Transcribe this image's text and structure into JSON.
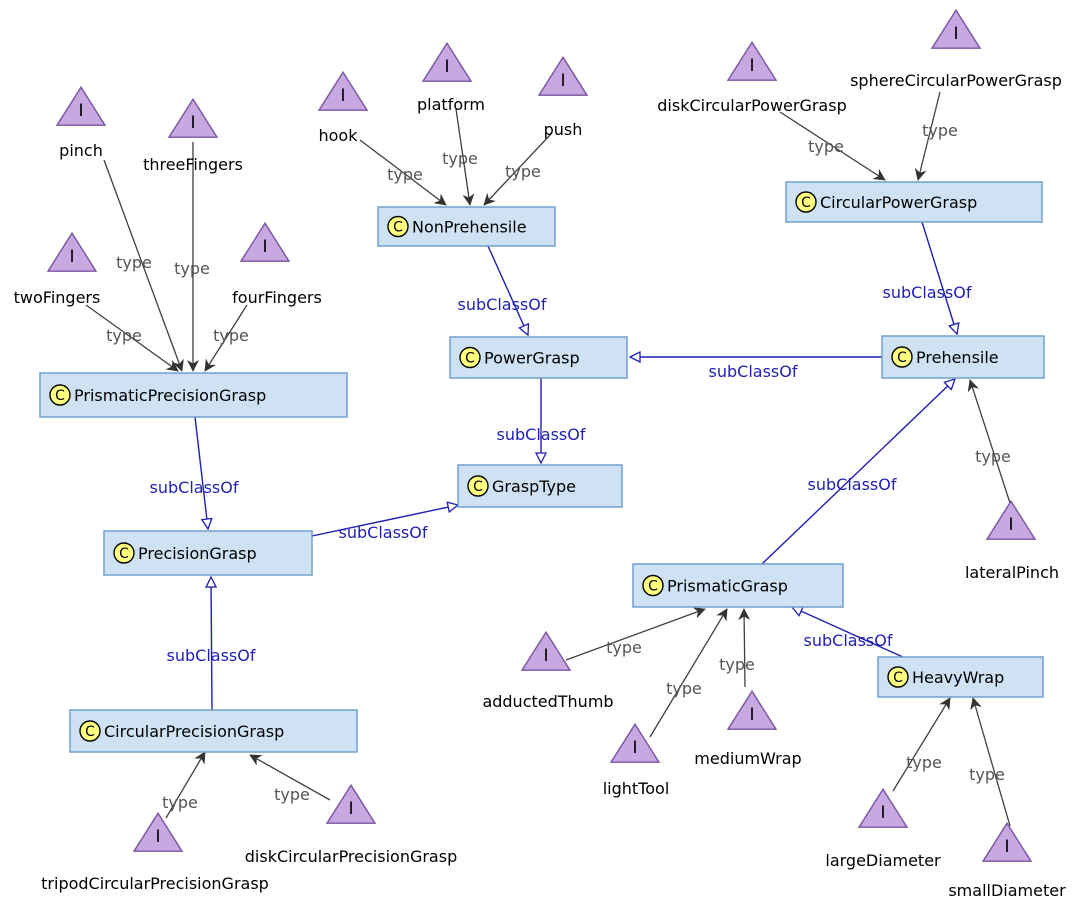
{
  "colors": {
    "class_fill": "#cfe2f3",
    "class_border": "#6fa0d0",
    "instance_fill": "#c8a8e0",
    "instance_border": "#7a55a0",
    "badge_fill": "#ffff80",
    "subclass_edge": "#1f1fb4",
    "type_edge": "#404040"
  },
  "icons": {
    "class_badge": "C",
    "instance_marker": "I"
  },
  "classes": [
    {
      "id": "NonPrehensile",
      "label": "NonPrehensile"
    },
    {
      "id": "CircularPowerGrasp",
      "label": "CircularPowerGrasp"
    },
    {
      "id": "PowerGrasp",
      "label": "PowerGrasp"
    },
    {
      "id": "Prehensile",
      "label": "Prehensile"
    },
    {
      "id": "PrismaticPrecisionGrasp",
      "label": "PrismaticPrecisionGrasp"
    },
    {
      "id": "GraspType",
      "label": "GraspType"
    },
    {
      "id": "PrecisionGrasp",
      "label": "PrecisionGrasp"
    },
    {
      "id": "PrismaticGrasp",
      "label": "PrismaticGrasp"
    },
    {
      "id": "HeavyWrap",
      "label": "HeavyWrap"
    },
    {
      "id": "CircularPrecisionGrasp",
      "label": "CircularPrecisionGrasp"
    }
  ],
  "instances": [
    {
      "id": "pinch",
      "label": "pinch"
    },
    {
      "id": "threeFingers",
      "label": "threeFingers"
    },
    {
      "id": "twoFingers",
      "label": "twoFingers"
    },
    {
      "id": "fourFingers",
      "label": "fourFingers"
    },
    {
      "id": "hook",
      "label": "hook"
    },
    {
      "id": "platform",
      "label": "platform"
    },
    {
      "id": "push",
      "label": "push"
    },
    {
      "id": "diskCircularPowerGrasp",
      "label": "diskCircularPowerGrasp"
    },
    {
      "id": "sphereCircularPowerGrasp",
      "label": "sphereCircularPowerGrasp"
    },
    {
      "id": "lateralPinch",
      "label": "lateralPinch"
    },
    {
      "id": "adductedThumb",
      "label": "adductedThumb"
    },
    {
      "id": "lightTool",
      "label": "lightTool"
    },
    {
      "id": "mediumWrap",
      "label": "mediumWrap"
    },
    {
      "id": "largeDiameter",
      "label": "largeDiameter"
    },
    {
      "id": "smallDiameter",
      "label": "smallDiameter"
    },
    {
      "id": "tripodCircularPrecisionGrasp",
      "label": "tripodCircularPrecisionGrasp"
    },
    {
      "id": "diskCircularPrecisionGrasp",
      "label": "diskCircularPrecisionGrasp"
    }
  ],
  "edges": [
    {
      "kind": "subClassOf",
      "label": "subClassOf",
      "from": "NonPrehensile",
      "to": "PowerGrasp"
    },
    {
      "kind": "subClassOf",
      "label": "subClassOf",
      "from": "CircularPowerGrasp",
      "to": "Prehensile"
    },
    {
      "kind": "subClassOf",
      "label": "subClassOf",
      "from": "Prehensile",
      "to": "PowerGrasp"
    },
    {
      "kind": "subClassOf",
      "label": "subClassOf",
      "from": "PowerGrasp",
      "to": "GraspType"
    },
    {
      "kind": "subClassOf",
      "label": "subClassOf",
      "from": "PrismaticPrecisionGrasp",
      "to": "PrecisionGrasp"
    },
    {
      "kind": "subClassOf",
      "label": "subClassOf",
      "from": "PrecisionGrasp",
      "to": "GraspType"
    },
    {
      "kind": "subClassOf",
      "label": "subClassOf",
      "from": "CircularPrecisionGrasp",
      "to": "PrecisionGrasp"
    },
    {
      "kind": "subClassOf",
      "label": "subClassOf",
      "from": "PrismaticGrasp",
      "to": "Prehensile"
    },
    {
      "kind": "subClassOf",
      "label": "subClassOf",
      "from": "HeavyWrap",
      "to": "PrismaticGrasp"
    },
    {
      "kind": "type",
      "label": "type",
      "from": "pinch",
      "to": "PrismaticPrecisionGrasp"
    },
    {
      "kind": "type",
      "label": "type",
      "from": "threeFingers",
      "to": "PrismaticPrecisionGrasp"
    },
    {
      "kind": "type",
      "label": "type",
      "from": "twoFingers",
      "to": "PrismaticPrecisionGrasp"
    },
    {
      "kind": "type",
      "label": "type",
      "from": "fourFingers",
      "to": "PrismaticPrecisionGrasp"
    },
    {
      "kind": "type",
      "label": "type",
      "from": "hook",
      "to": "NonPrehensile"
    },
    {
      "kind": "type",
      "label": "type",
      "from": "platform",
      "to": "NonPrehensile"
    },
    {
      "kind": "type",
      "label": "type",
      "from": "push",
      "to": "NonPrehensile"
    },
    {
      "kind": "type",
      "label": "type",
      "from": "diskCircularPowerGrasp",
      "to": "CircularPowerGrasp"
    },
    {
      "kind": "type",
      "label": "type",
      "from": "sphereCircularPowerGrasp",
      "to": "CircularPowerGrasp"
    },
    {
      "kind": "type",
      "label": "type",
      "from": "lateralPinch",
      "to": "Prehensile"
    },
    {
      "kind": "type",
      "label": "type",
      "from": "adductedThumb",
      "to": "PrismaticGrasp"
    },
    {
      "kind": "type",
      "label": "type",
      "from": "lightTool",
      "to": "PrismaticGrasp"
    },
    {
      "kind": "type",
      "label": "type",
      "from": "mediumWrap",
      "to": "PrismaticGrasp"
    },
    {
      "kind": "type",
      "label": "type",
      "from": "largeDiameter",
      "to": "HeavyWrap"
    },
    {
      "kind": "type",
      "label": "type",
      "from": "smallDiameter",
      "to": "HeavyWrap"
    },
    {
      "kind": "type",
      "label": "type",
      "from": "tripodCircularPrecisionGrasp",
      "to": "CircularPrecisionGrasp"
    },
    {
      "kind": "type",
      "label": "type",
      "from": "diskCircularPrecisionGrasp",
      "to": "CircularPrecisionGrasp"
    }
  ]
}
